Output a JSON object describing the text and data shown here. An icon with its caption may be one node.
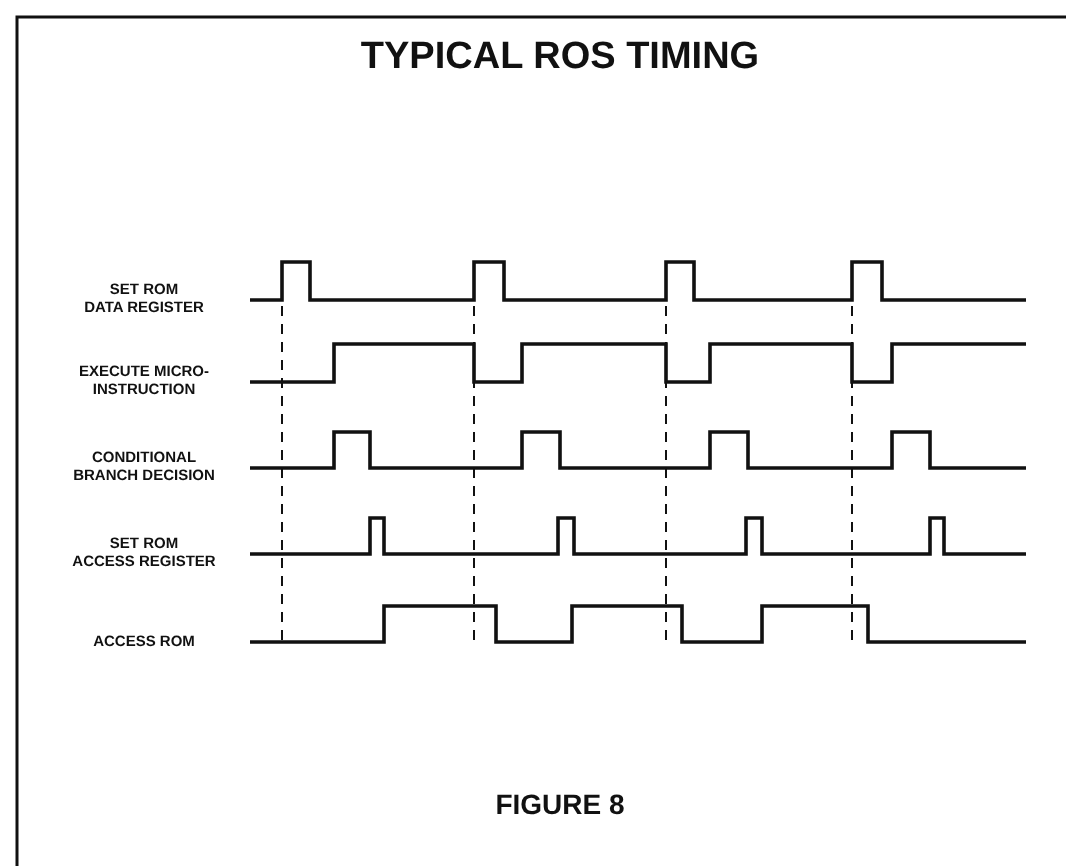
{
  "diagram": {
    "title": "TYPICAL ROS TIMING",
    "caption": "FIGURE 8",
    "labels": [
      "SET ROM DATA REGISTER",
      "EXECUTE MICRO-INSTRUCTION",
      "CONDITIONAL BRANCH DECISION",
      "SET ROM ACCESS REGISTER",
      "ACCESS ROM"
    ]
  }
}
